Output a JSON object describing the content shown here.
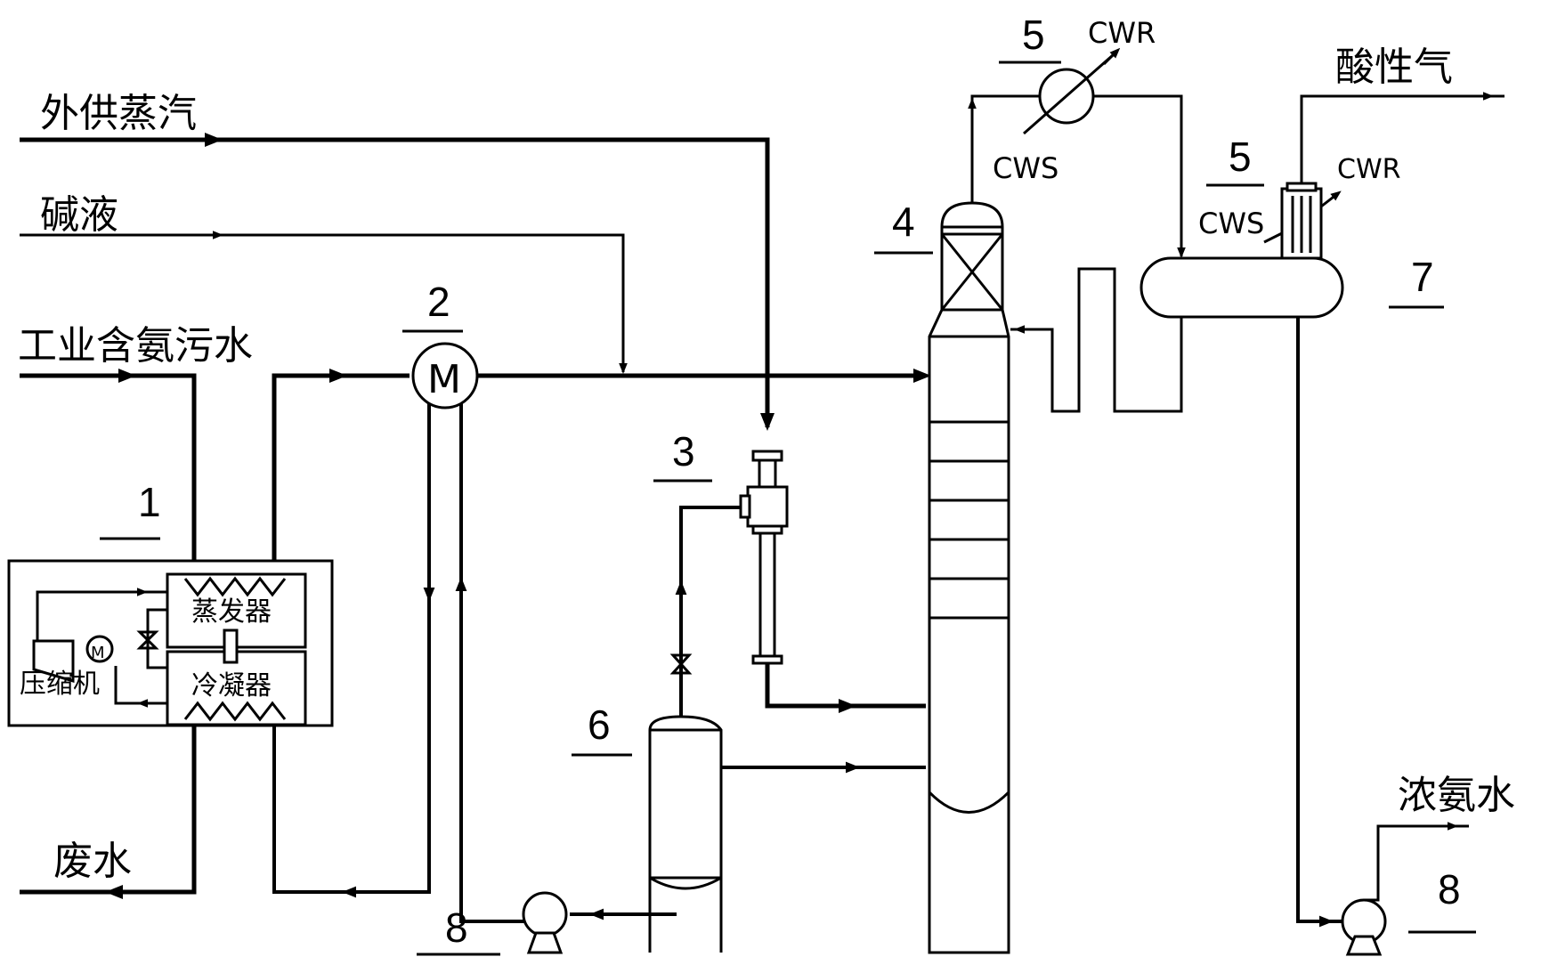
{
  "streams": {
    "external_steam": "外供蒸汽",
    "alkali": "碱液",
    "ammonia_wastewater": "工业含氨污水",
    "waste_water": "废水",
    "acid_gas": "酸性气",
    "strong_ammonia_water": "浓氨水"
  },
  "equipment_numbers": {
    "heat_pump": "1",
    "heat_exchanger": "2",
    "steam_ejector": "3",
    "stripping_tower": "4",
    "condenser_top": "5",
    "condenser_drum": "5",
    "flash_tank": "6",
    "reflux_drum": "7",
    "pump_bottom": "8",
    "pump_reflux": "8"
  },
  "heat_pump_unit": {
    "evaporator": "蒸发器",
    "condenser": "冷凝器",
    "compressor": "压缩机",
    "motor": "M"
  },
  "exchanger_symbol": "M",
  "utilities": {
    "cwr_top": "CWR",
    "cws_top": "CWS",
    "cwr_drum": "CWR",
    "cws_drum": "CWS"
  }
}
